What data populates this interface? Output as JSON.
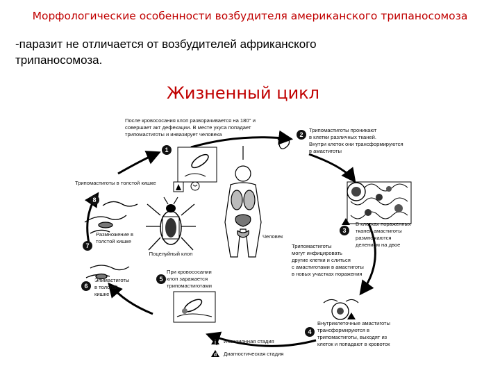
{
  "slide": {
    "title": "Морфологические особенности возбудителя американского трипаносомоза",
    "intro": "-паразит не отличается от возбудителей африканского\nтрипаносомоза.",
    "subtitle": "Жизненный цикл"
  },
  "diagram": {
    "step1": {
      "number": "1",
      "lines": [
        "После кровососания клоп разворачивается на 180° и",
        "совершает акт дефекации. В месте укуса попадает",
        "трипомастиготы и инвазирует человека"
      ]
    },
    "step2": {
      "number": "2",
      "lines": [
        "Трипомастиготы проникают",
        "в клетки различных тканей.",
        "Внутри клеток они трансформируются",
        "в амастиготы"
      ]
    },
    "step3": {
      "number": "3",
      "lines": [
        "В клетках пораженных",
        "тканей амастиготы",
        "размножаются",
        "делением на двое"
      ]
    },
    "step4": {
      "number": "4",
      "lines": [
        "Внутриклеточные амастиготы",
        "трансформируются в",
        "трипомастиготы, выходят из",
        "клеток и попадают в кровоток"
      ]
    },
    "step5": {
      "number": "5",
      "lines": [
        "При кровососании",
        "клоп заражается",
        "трипомастиготами"
      ]
    },
    "step6": {
      "number": "6",
      "lines": [
        "Эпимастиготы",
        "в толстой",
        "кишке"
      ]
    },
    "step7": {
      "number": "7",
      "lines": [
        "Размножение в",
        "толстой кишке"
      ]
    },
    "step8": {
      "number": "8",
      "lines": [
        "Трипомастиготы в толстой кишке"
      ]
    },
    "mid_text": {
      "lines": [
        "Трипомастиготы",
        "могут инфицировать",
        "другие клетки и слиться",
        "с амастиготами в амастиготы",
        "в новых участках поражения"
      ]
    },
    "host_human": "Человек",
    "host_bug": "Поцелуйный клоп",
    "legend": [
      {
        "mark": "i",
        "label": "Инвазионная стадия"
      },
      {
        "mark": "d",
        "label": "Диагностическая стадия"
      }
    ]
  }
}
